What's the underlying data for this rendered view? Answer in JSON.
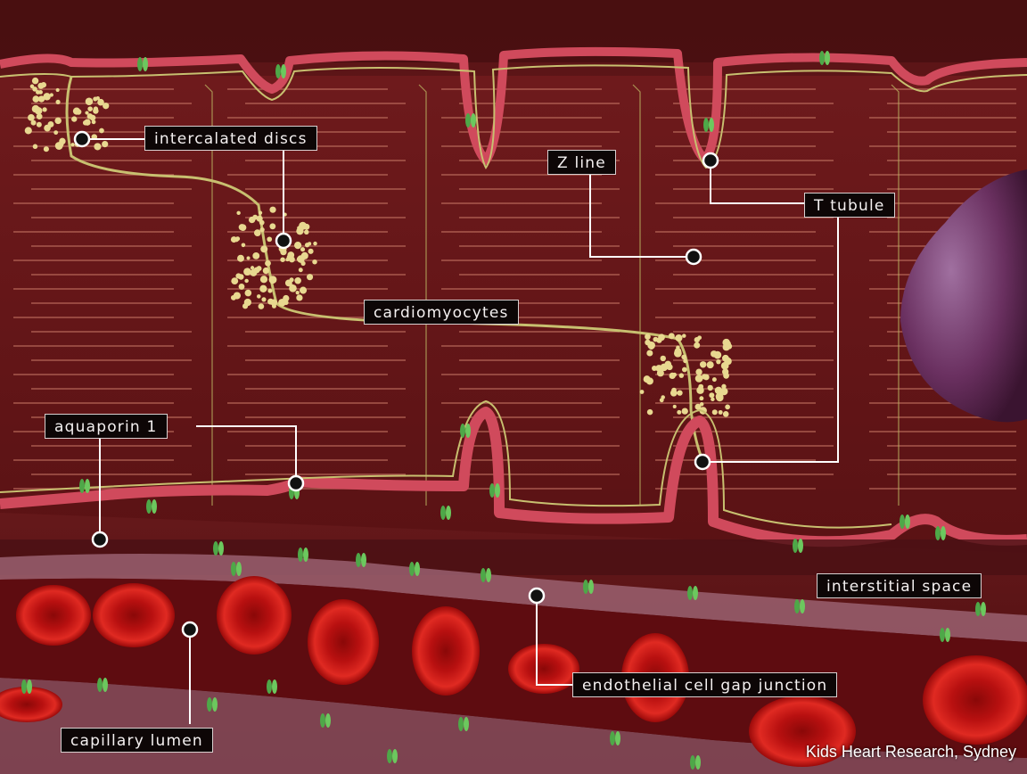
{
  "labels": {
    "intercalated_discs": "intercalated discs",
    "z_line": "Z line",
    "t_tubule": "T tubule",
    "cardiomyocytes": "cardiomyocytes",
    "aquaporin_1": "aquaporin 1",
    "interstitial_space": "interstitial space",
    "endothelial_cell_gap_junction": "endothelial cell gap junction",
    "capillary_lumen": "capillary lumen"
  },
  "credit": "Kids Heart Research, Sydney",
  "colors": {
    "tissue_dark": "#4a0e12",
    "tissue": "#7a1e22",
    "membrane": "#d04a5c",
    "sarcolemma_line": "#c8c070",
    "disc_particles": "#e8d890",
    "aquaporin": "#4ea848",
    "blood_cell": "#c81818",
    "nucleus": "#7a4070",
    "label_bg": "#0d0606",
    "label_text": "#f4f0f0"
  }
}
